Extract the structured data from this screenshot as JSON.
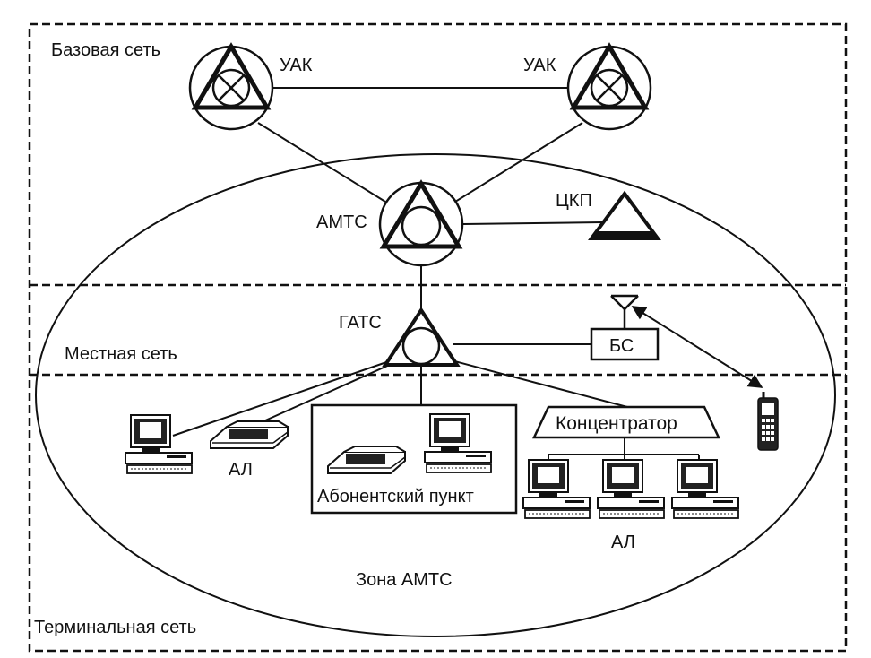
{
  "zones": {
    "base_network": "Базовая сеть",
    "local_network": "Местная сеть",
    "terminal_network": "Терминальная сеть",
    "amts_zone": "Зона АМТС"
  },
  "nodes": {
    "uak_left": "УАК",
    "uak_right": "УАК",
    "amts": "АМТС",
    "ckp": "ЦКП",
    "gats": "ГАТС",
    "bs": "БС",
    "concentrator": "Концентратор",
    "subscriber_point": "Абонентский пункт",
    "al_left": "АЛ",
    "al_bottom": "АЛ"
  },
  "icons": [
    "station-triangle-circle-icon",
    "workstation-icon",
    "phone-icon",
    "antenna-icon",
    "mobile-phone-icon"
  ]
}
